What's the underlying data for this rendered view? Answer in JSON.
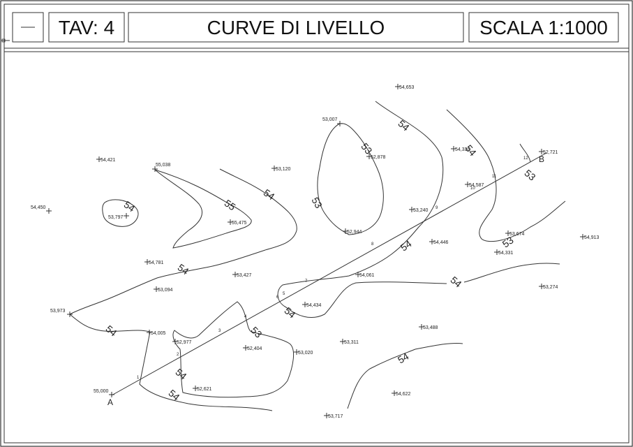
{
  "title_block": {
    "sheet": "TAV: 4",
    "title": "CURVE DI LIVELLO",
    "scale": "SCALA 1:1000"
  },
  "section": {
    "start": "A",
    "end": "B"
  },
  "section_marks": [
    "1",
    "2",
    "3",
    "4",
    "5",
    "6",
    "7",
    "8",
    "9",
    "10",
    "11",
    "12"
  ],
  "spot_heights": [
    {
      "id": "h1",
      "value": "54,653"
    },
    {
      "id": "h2",
      "value": "53,007"
    },
    {
      "id": "h3",
      "value": "52,878"
    },
    {
      "id": "h4",
      "value": "54,336"
    },
    {
      "id": "h5",
      "value": "52,721"
    },
    {
      "id": "h6",
      "value": "54,421"
    },
    {
      "id": "h7",
      "value": "55,038"
    },
    {
      "id": "h8",
      "value": "53,120"
    },
    {
      "id": "h9",
      "value": "54,587"
    },
    {
      "id": "h10",
      "value": "54,450"
    },
    {
      "id": "h11",
      "value": "53,797"
    },
    {
      "id": "h12",
      "value": "55,475"
    },
    {
      "id": "h13",
      "value": "53,240"
    },
    {
      "id": "h14",
      "value": "52,944"
    },
    {
      "id": "h15",
      "value": "53,674"
    },
    {
      "id": "h16",
      "value": "54,913"
    },
    {
      "id": "h17",
      "value": "54,446"
    },
    {
      "id": "h18",
      "value": "54,331"
    },
    {
      "id": "h19",
      "value": "54,781"
    },
    {
      "id": "h20",
      "value": "53,427"
    },
    {
      "id": "h21",
      "value": "54,061"
    },
    {
      "id": "h22",
      "value": "53,274"
    },
    {
      "id": "h23",
      "value": "53,094"
    },
    {
      "id": "h24",
      "value": "54,434"
    },
    {
      "id": "h25",
      "value": "53,973"
    },
    {
      "id": "h26",
      "value": "54,005"
    },
    {
      "id": "h27",
      "value": "53,488"
    },
    {
      "id": "h28",
      "value": "52,977"
    },
    {
      "id": "h29",
      "value": "52,404"
    },
    {
      "id": "h30",
      "value": "53,020"
    },
    {
      "id": "h31",
      "value": "53,311"
    },
    {
      "id": "h32",
      "value": "55,000"
    },
    {
      "id": "h33",
      "value": "52,621"
    },
    {
      "id": "h34",
      "value": "54,622"
    },
    {
      "id": "h35",
      "value": "53,717"
    }
  ],
  "contour_labels": [
    "54",
    "54",
    "54",
    "53",
    "53",
    "55",
    "54",
    "53",
    "54",
    "53",
    "54",
    "54",
    "54",
    "54",
    "54",
    "53",
    "54",
    "54"
  ]
}
